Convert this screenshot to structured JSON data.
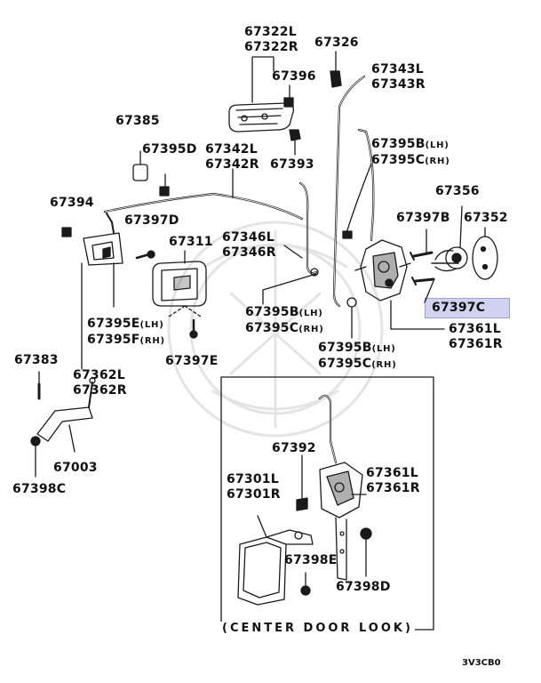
{
  "labels": [
    {
      "id": "p67322",
      "lines": [
        "67322L",
        "67322R"
      ]
    },
    {
      "id": "p67326",
      "lines": [
        "67326"
      ]
    },
    {
      "id": "p67396",
      "lines": [
        "67396"
      ]
    },
    {
      "id": "p67343",
      "lines": [
        "67343L",
        "67343R"
      ]
    },
    {
      "id": "p67385",
      "lines": [
        "67385"
      ]
    },
    {
      "id": "p67395d",
      "lines": [
        "67395D"
      ]
    },
    {
      "id": "p67342",
      "lines": [
        "67342L",
        "67342R"
      ]
    },
    {
      "id": "p67393",
      "lines": [
        "67393"
      ]
    },
    {
      "id": "p67395bc_top",
      "lines": [
        "67395B",
        "67395C"
      ],
      "sides": [
        "(LH)",
        "(RH)"
      ]
    },
    {
      "id": "p67394",
      "lines": [
        "67394"
      ]
    },
    {
      "id": "p67397d",
      "lines": [
        "67397D"
      ]
    },
    {
      "id": "p67311",
      "lines": [
        "67311"
      ]
    },
    {
      "id": "p67356",
      "lines": [
        "67356"
      ]
    },
    {
      "id": "p67397b",
      "lines": [
        "67397B"
      ]
    },
    {
      "id": "p67352",
      "lines": [
        "67352"
      ]
    },
    {
      "id": "p67346",
      "lines": [
        "67346L",
        "67346R"
      ]
    },
    {
      "id": "p67397c",
      "lines": [
        "67397C"
      ]
    },
    {
      "id": "p67395ef",
      "lines": [
        "67395E",
        "67395F"
      ],
      "sides": [
        "(LH)",
        "(RH)"
      ]
    },
    {
      "id": "p67395bc_mid",
      "lines": [
        "67395B",
        "67395C"
      ],
      "sides": [
        "(LH)",
        "(RH)"
      ]
    },
    {
      "id": "p67361_top",
      "lines": [
        "67361L",
        "67361R"
      ]
    },
    {
      "id": "p67397e",
      "lines": [
        "67397E"
      ]
    },
    {
      "id": "p67395bc_low",
      "lines": [
        "67395B",
        "67395C"
      ],
      "sides": [
        "(LH)",
        "(RH)"
      ]
    },
    {
      "id": "p67383",
      "lines": [
        "67383"
      ]
    },
    {
      "id": "p67362",
      "lines": [
        "67362L",
        "67362R"
      ]
    },
    {
      "id": "p67392",
      "lines": [
        "67392"
      ]
    },
    {
      "id": "p67361_low",
      "lines": [
        "67361L",
        "67361R"
      ]
    },
    {
      "id": "p67301",
      "lines": [
        "67301L",
        "67301R"
      ]
    },
    {
      "id": "p67003",
      "lines": [
        "67003"
      ]
    },
    {
      "id": "p67398c",
      "lines": [
        "67398C"
      ]
    },
    {
      "id": "p67398e",
      "lines": [
        "67398E"
      ]
    },
    {
      "id": "p67398d",
      "lines": [
        "67398D"
      ]
    }
  ],
  "highlight_part": "67397C",
  "inset_caption": "(CENTER DOOR LOOK)",
  "diagram_code": "3V3CB0",
  "colors": {
    "line": "#1a1a1a",
    "highlight": "#d0d2f0",
    "watermark": "#e6e6e6"
  }
}
